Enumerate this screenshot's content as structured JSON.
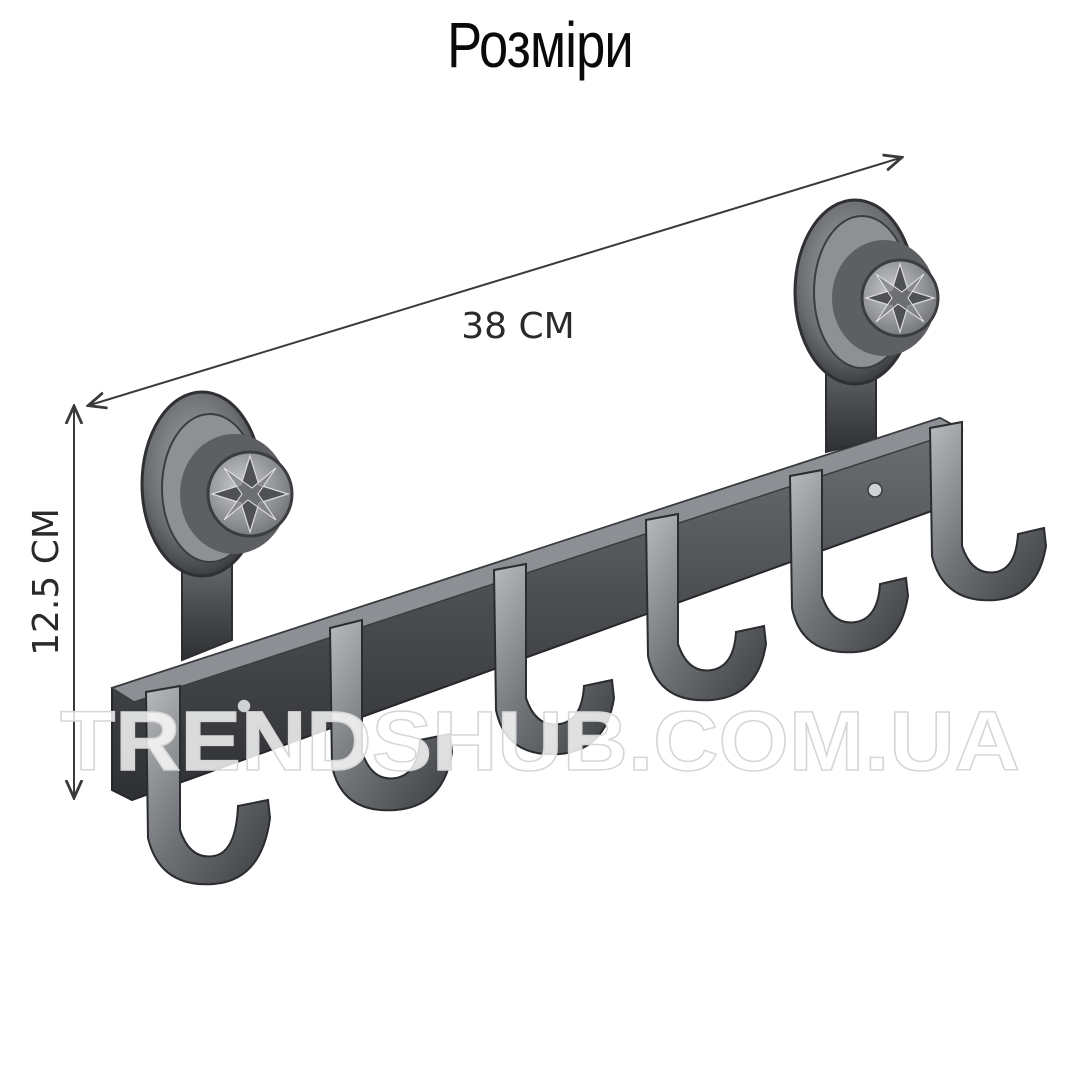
{
  "title": "Розміри",
  "dimensions": {
    "width_label": "38 CM",
    "height_label": "12.5 CM"
  },
  "watermark": "TRENDSHUB.COM.UA",
  "product": {
    "hooks_count": 6,
    "suction_cups": 2,
    "finish_color": "#4a4c50",
    "accent_color": "#9c9ea2"
  }
}
